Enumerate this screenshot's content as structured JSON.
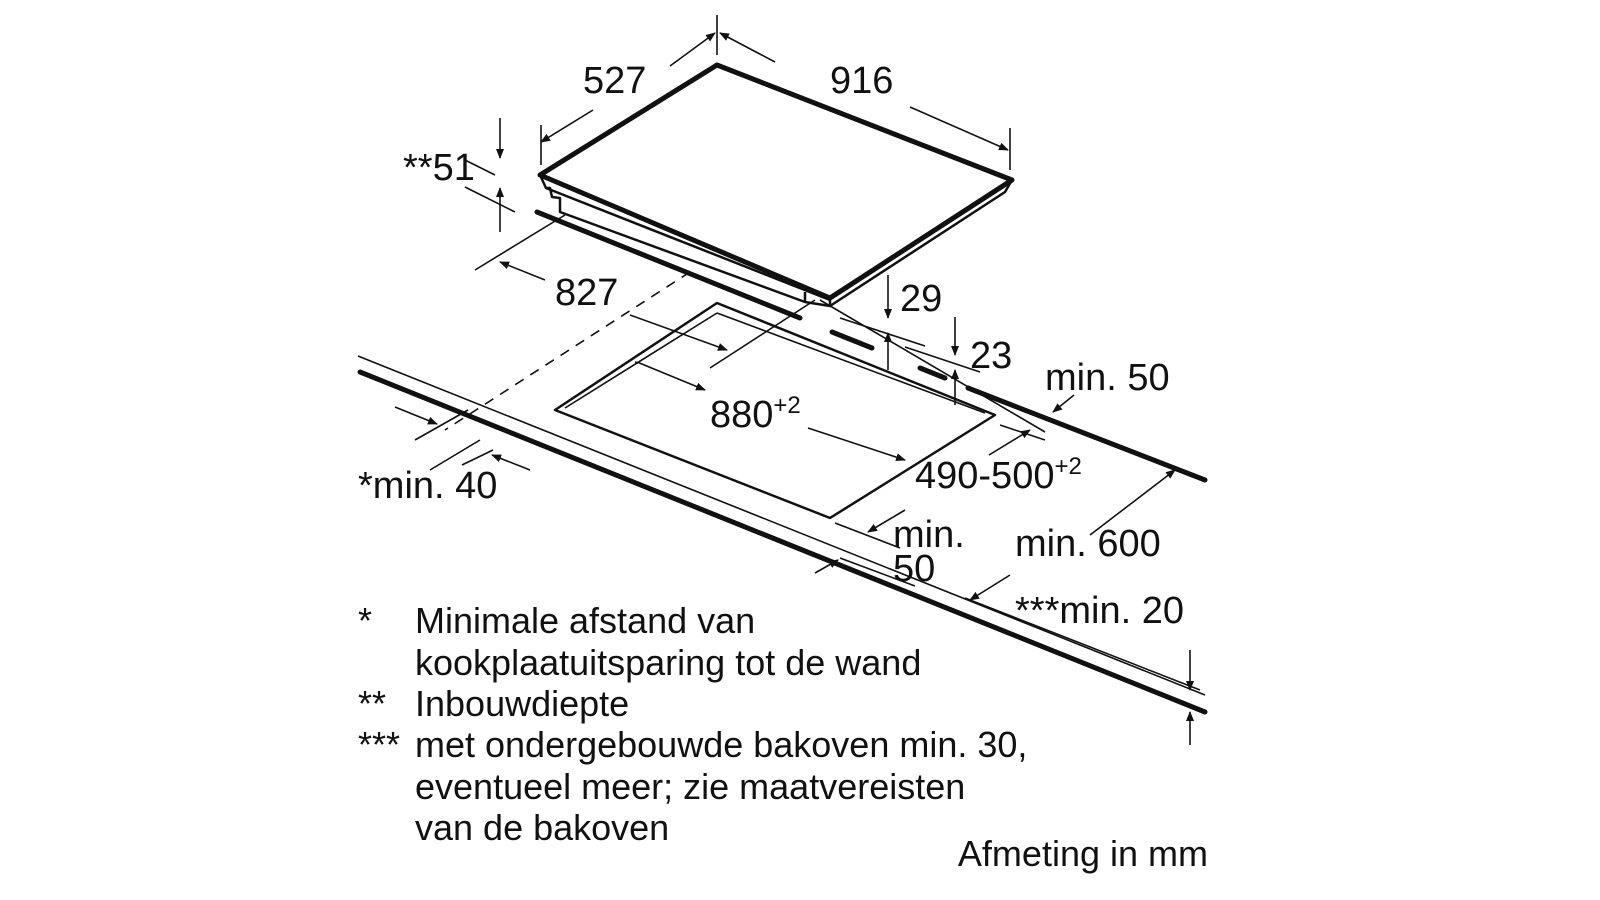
{
  "dimensions": {
    "hob_depth": "527",
    "hob_width": "916",
    "installation_depth": "**51",
    "body_width": "827",
    "body_height": "29",
    "worktop_offset": "23",
    "min_back": "min. 50",
    "cutout_width": "880",
    "cutout_width_tol": "+2",
    "cutout_depth": "490-500",
    "cutout_depth_tol": "+2",
    "min_wall": "*min. 40",
    "min_front_1": "min.",
    "min_front_2": "50",
    "worktop_depth": "min. 600",
    "worktop_thickness": "***min. 20"
  },
  "notes": [
    {
      "marker": "*",
      "lines": [
        "Minimale afstand van",
        "kookplaatuitsparing tot de wand"
      ]
    },
    {
      "marker": "**",
      "lines": [
        "Inbouwdiepte"
      ]
    },
    {
      "marker": "***",
      "lines": [
        "met ondergebouwde bakoven min. 30,",
        "eventueel meer; zie maatvereisten",
        "van de bakoven"
      ]
    }
  ],
  "unit_label": "Afmeting in mm"
}
